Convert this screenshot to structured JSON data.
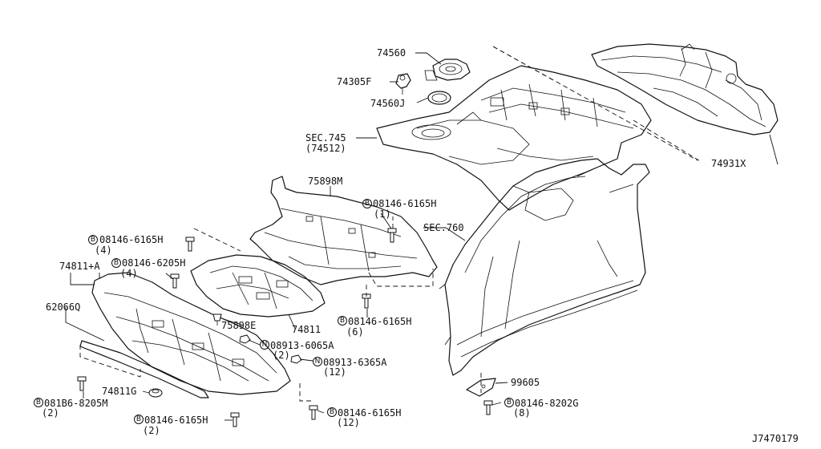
{
  "diagram_id": "J7470179",
  "labels": {
    "p74560": "74560",
    "p74305F": "74305F",
    "p74560J": "74560J",
    "sec745": "SEC.745",
    "sec745_sub": "(74512)",
    "p74931X": "74931X",
    "p75898M": "75898M",
    "b08146_6165H_top": "08146-6165H",
    "b08146_6165H_top_qty": "(1)",
    "sec760": "SEC.760",
    "b08146_6165H_left": "08146-6165H",
    "b08146_6165H_left_qty": "(4)",
    "p74811A": "74811+A",
    "b08146_6205H": "08146-6205H",
    "b08146_6205H_qty": "(4)",
    "p62066Q": "62066Q",
    "p75898E": "75898E",
    "p74811": "74811",
    "b08146_6165H_mid": "08146-6165H",
    "b08146_6165H_mid_qty": "(6)",
    "n08913_6065A": "08913-6065A",
    "n08913_6065A_qty": "(2)",
    "n08913_6365A": "08913-6365A",
    "n08913_6365A_qty": "(12)",
    "p74811G": "74811G",
    "b081B6_8205M": "081B6-8205M",
    "b081B6_8205M_qty": "(2)",
    "b08146_6165H_bot": "08146-6165H",
    "b08146_6165H_bot_qty": "(2)",
    "b08146_6165H_bot2": "08146-6165H",
    "b08146_6165H_bot2_qty": "(12)",
    "p99605": "99605",
    "b08146_8202G": "08146-8202G",
    "b08146_8202G_qty": "(8)"
  },
  "markers": {
    "bolt": "B",
    "nut": "N"
  }
}
